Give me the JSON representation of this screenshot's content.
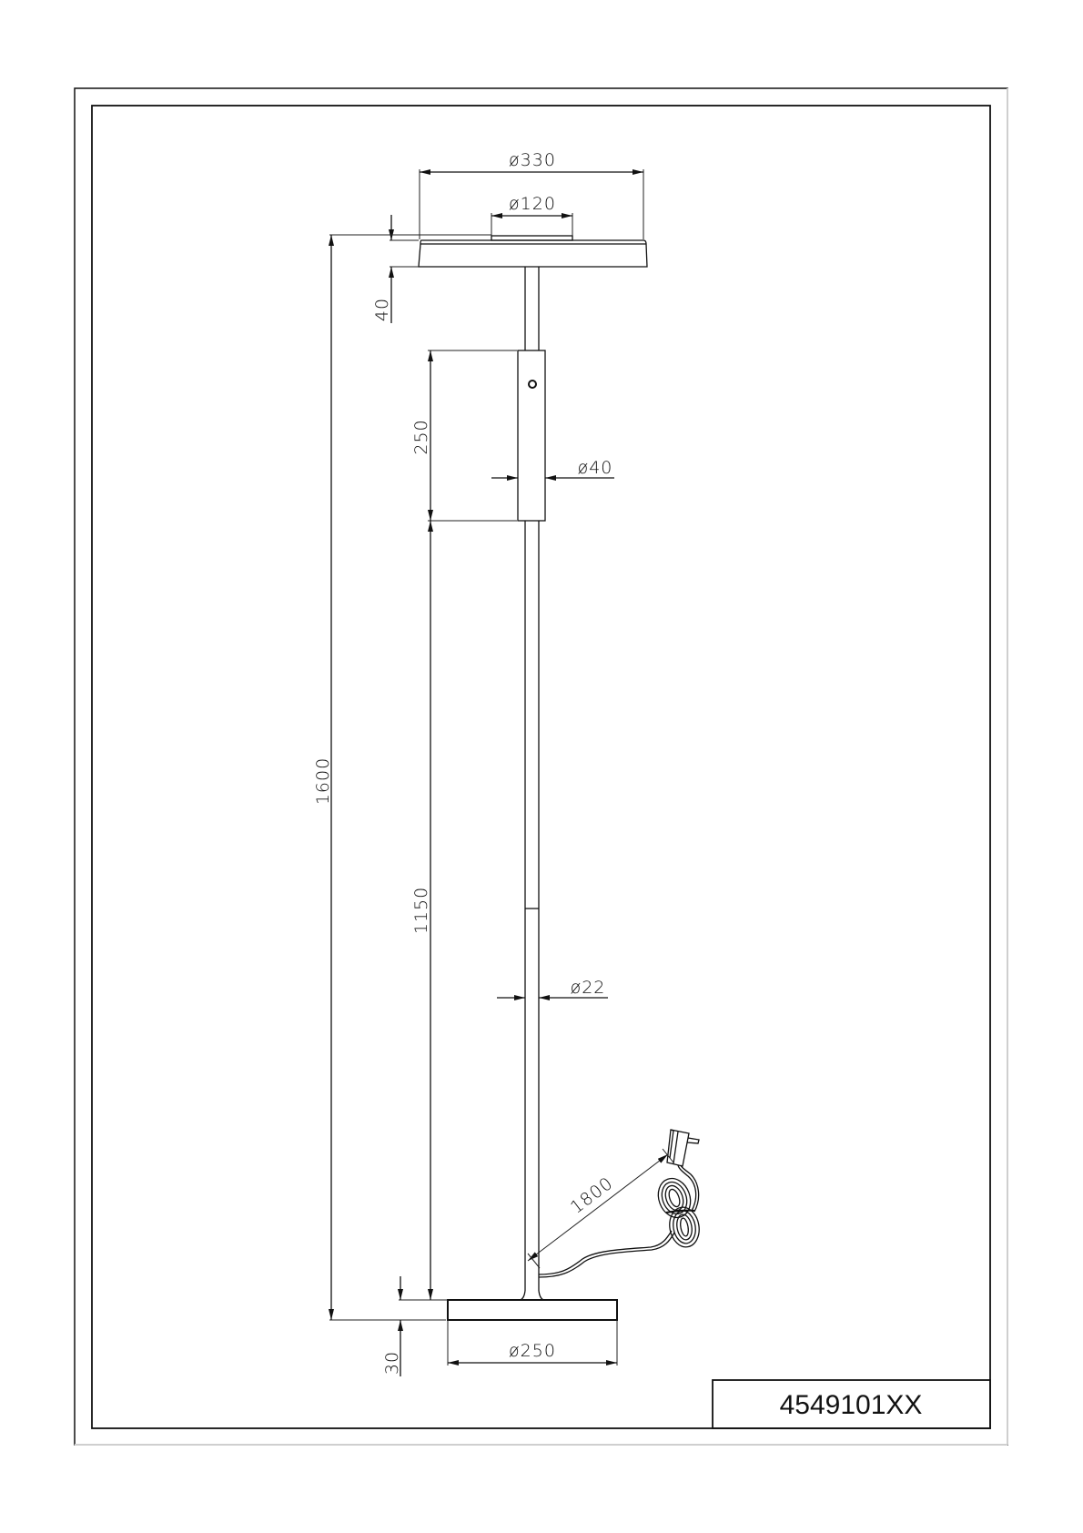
{
  "drawing": {
    "type": "technical dimension drawing",
    "subject": "floor lamp",
    "part_number": "4549101XX",
    "units": "mm"
  },
  "dimensions": {
    "head_diameter": "ø330",
    "diffuser_diameter": "ø120",
    "head_height": "40",
    "total_height": "1600",
    "switch_housing_length": "250",
    "switch_housing_diameter": "ø40",
    "lower_pole_length": "1150",
    "pole_diameter": "ø22",
    "cable_length": "1800",
    "base_height": "30",
    "base_diameter": "ø250"
  },
  "title_block": {
    "label": "4549101XX"
  }
}
